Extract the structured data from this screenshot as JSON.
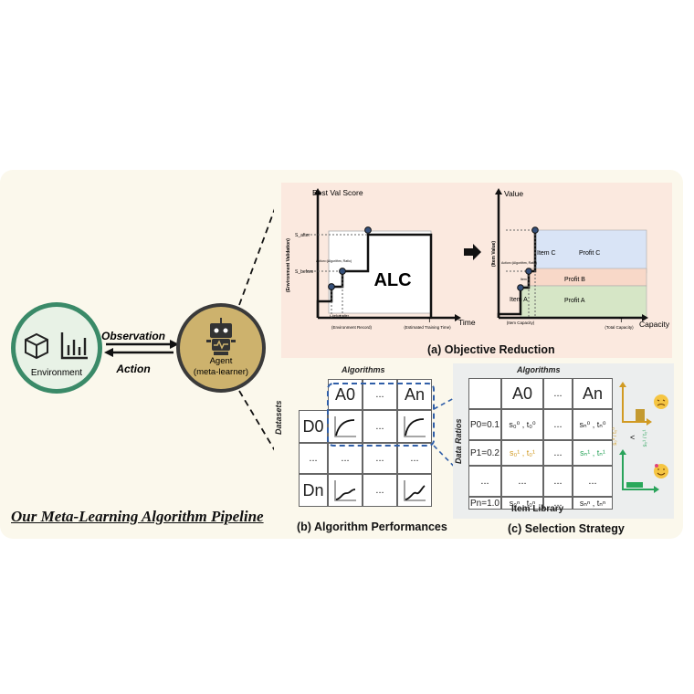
{
  "left": {
    "environment": "Environment",
    "observation": "Observation",
    "action": "Action",
    "agent_line1": "Agent",
    "agent_line2": "(meta-learner)",
    "pipeline_title": "Our Meta-Learning Algorithm Pipeline"
  },
  "alc_chart": {
    "ylabel": "Best Val Score",
    "y_side": "(Environment Validation)",
    "xlabel": "Time",
    "t_label": "T",
    "t_caption": "(Estimated Training Time)",
    "env_record": "(Environment Record)",
    "center": "ALC",
    "action_note": "Action=(Algorithm, Ratio)",
    "s_after": "S_after",
    "s_before": "S_before",
    "t_before": "t_before",
    "t_after": "t_after"
  },
  "knap_chart": {
    "ylabel": "Value",
    "y_side": "(Item Value)",
    "xlabel": "Capacity",
    "t_label": "T",
    "t_caption": "(Total Capacity)",
    "item_capacity": "(Item Capacity)",
    "action_note": "Action=(Algorithm, Ratio)",
    "item_a": "Item A",
    "item_b": "Item B",
    "item_c": "Item C",
    "profit_a": "Profit A",
    "profit_b": "Profit B",
    "profit_c": "Profit C"
  },
  "objective_caption": "(a) Objective Reduction",
  "perf_table": {
    "top": "Algorithms",
    "side": "Datasets",
    "a0": "A0",
    "dots": "...",
    "an": "An",
    "d0": "D0",
    "dn": "Dn",
    "caption": "(b) Algorithm Performances"
  },
  "sel_table": {
    "top": "Algorithms",
    "side": "Data Ratios",
    "a0": "A0",
    "dots": "...",
    "an": "An",
    "p0": "P0=0.1",
    "p1": "P1=0.2",
    "pn": "Pn=1.0",
    "r0c0": "s₀⁰ , t₀⁰",
    "r0cn": "sₙ⁰ , tₙ⁰",
    "r1c0": "s₀¹ , t₀¹",
    "r1cn": "sₙ¹ , tₙ¹",
    "rnc0": "s₀ⁿ , t₀ⁿ",
    "rncn": "sₙⁿ , tₙⁿ",
    "bottom": "Item Library",
    "caption": "(c) Selection Strategy"
  },
  "strategy": {
    "lhs": "s₀⁰ / t₀⁰",
    "rhs": "s₀¹ / t₀¹",
    "cmp": "<"
  },
  "colors": {
    "panel_bg": "#fbf8ec",
    "pink_bg": "#fbe9df",
    "grey_bg": "#eceeee",
    "env_green": "#3a8a68",
    "agent_gold": "#cdb26d",
    "profit_a": "#d6e6c6",
    "profit_b": "#f8d8c8",
    "profit_c": "#d9e4f6",
    "dash_blue": "#2f5ea8",
    "orange_val": "#d19a22",
    "green_val": "#29a35a"
  },
  "icons": [
    "box-icon",
    "bar-chart-icon",
    "robot-icon",
    "sad-face-icon",
    "happy-face-icon"
  ]
}
